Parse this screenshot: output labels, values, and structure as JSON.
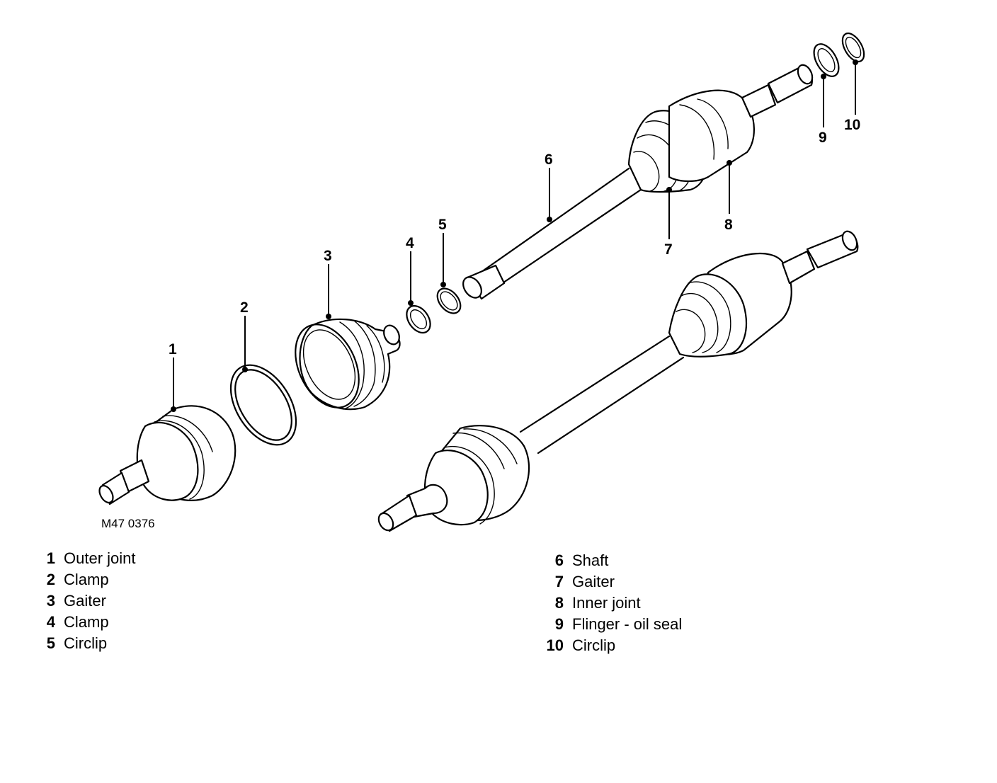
{
  "figure_reference": "M47 0376",
  "callouts": [
    "1",
    "2",
    "3",
    "4",
    "5",
    "6",
    "7",
    "8",
    "9",
    "10"
  ],
  "legend": {
    "left": [
      {
        "num": "1",
        "label": "Outer joint"
      },
      {
        "num": "2",
        "label": "Clamp"
      },
      {
        "num": "3",
        "label": "Gaiter"
      },
      {
        "num": "4",
        "label": "Clamp"
      },
      {
        "num": "5",
        "label": "Circlip"
      }
    ],
    "right": [
      {
        "num": "6",
        "label": "Shaft"
      },
      {
        "num": "7",
        "label": "Gaiter"
      },
      {
        "num": "8",
        "label": "Inner joint"
      },
      {
        "num": "9",
        "label": "Flinger - oil seal"
      },
      {
        "num": "10",
        "label": "Circlip"
      }
    ]
  }
}
